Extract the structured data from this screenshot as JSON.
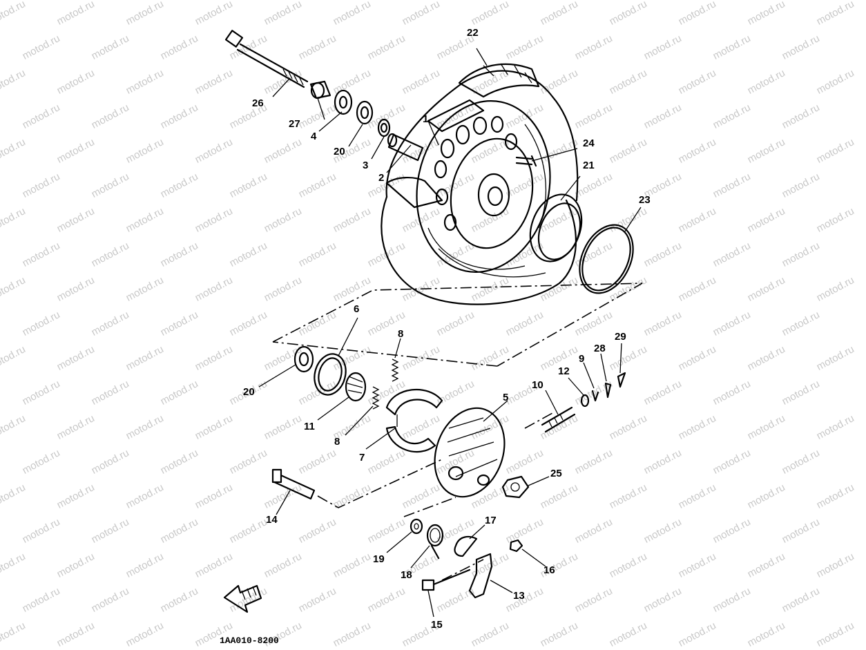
{
  "watermark": {
    "text": "motod.ru"
  },
  "diagram_code": "1AA010-8200",
  "callouts": [
    {
      "id": "1",
      "label": "1"
    },
    {
      "id": "2",
      "label": "2"
    },
    {
      "id": "3",
      "label": "3"
    },
    {
      "id": "4",
      "label": "4"
    },
    {
      "id": "5",
      "label": "5"
    },
    {
      "id": "6",
      "label": "6"
    },
    {
      "id": "7",
      "label": "7"
    },
    {
      "id": "8a",
      "label": "8"
    },
    {
      "id": "8b",
      "label": "8"
    },
    {
      "id": "9",
      "label": "9"
    },
    {
      "id": "10",
      "label": "10"
    },
    {
      "id": "11",
      "label": "11"
    },
    {
      "id": "12",
      "label": "12"
    },
    {
      "id": "13",
      "label": "13"
    },
    {
      "id": "14",
      "label": "14"
    },
    {
      "id": "15",
      "label": "15"
    },
    {
      "id": "16",
      "label": "16"
    },
    {
      "id": "17",
      "label": "17"
    },
    {
      "id": "18",
      "label": "18"
    },
    {
      "id": "19",
      "label": "19"
    },
    {
      "id": "20a",
      "label": "20"
    },
    {
      "id": "20b",
      "label": "20"
    },
    {
      "id": "21",
      "label": "21"
    },
    {
      "id": "22",
      "label": "22"
    },
    {
      "id": "23",
      "label": "23"
    },
    {
      "id": "24",
      "label": "24"
    },
    {
      "id": "25",
      "label": "25"
    },
    {
      "id": "26",
      "label": "26"
    },
    {
      "id": "27",
      "label": "27"
    },
    {
      "id": "28",
      "label": "28"
    },
    {
      "id": "29",
      "label": "29"
    }
  ],
  "fwd_icon": "forward-arrow-icon"
}
